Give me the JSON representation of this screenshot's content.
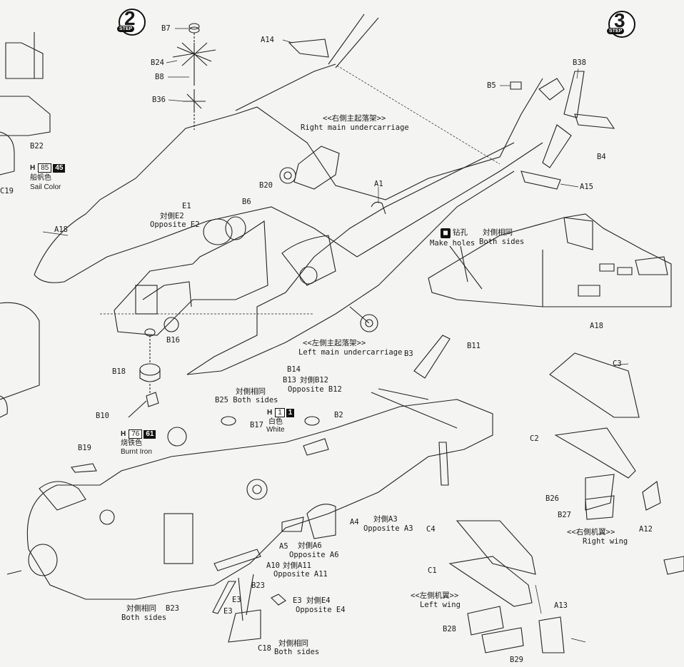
{
  "steps": {
    "step2": {
      "number": "2",
      "tag": "STEP"
    },
    "step3": {
      "number": "3",
      "tag": "STEP"
    }
  },
  "colors": {
    "paper": "#f4f4f2",
    "ink": "#1a1a1a"
  },
  "parts": {
    "B7": "B7",
    "B24": "B24",
    "B8": "B8",
    "B36": "B36",
    "A14": "A14",
    "B22": "B22",
    "B38": "B38",
    "B5": "B5",
    "B4": "B4",
    "A15": "A15",
    "A1": "A1",
    "B20": "B20",
    "B6": "B6",
    "E1": "E1",
    "E2": "E2",
    "A18a": "A18",
    "A18b": "A18",
    "B16": "B16",
    "B18": "B18",
    "B10": "B10",
    "B14": "B14",
    "B13": "B13",
    "B25": "B25",
    "B17": "B17",
    "B2": "B2",
    "B3": "B3",
    "B11": "B11",
    "C3": "C3",
    "C2": "C2",
    "B26": "B26",
    "B27": "B27",
    "A12": "A12",
    "B19": "B19",
    "A4": "A4",
    "A5": "A5",
    "A10": "A10",
    "B23a": "B23",
    "B23b": "B23",
    "E3a": "E3",
    "E3b": "E3",
    "C18": "C18",
    "C4": "C4",
    "C1": "C1",
    "A13": "A13",
    "B28": "B28",
    "B29": "B29",
    "C19": "C19"
  },
  "notes": {
    "right_main_uc_cn": "<<右側主起落架>>",
    "right_main_uc_en": "Right main undercarriage",
    "left_main_uc_cn": "<<左側主起落架>>",
    "left_main_uc_en": "Left main undercarriage",
    "opp_e2_cn": "対側E2",
    "opp_e2_en": "Opposite E2",
    "opp_b12_cn": "対側B12",
    "opp_b12_en": "Opposite B12",
    "both_sides_cn_1": "対側相同",
    "both_sides_en_1": "B25 Both sides",
    "make_holes_cn": "钻孔",
    "make_holes_en": "Make holes",
    "both_sides_cn_2": "対側相同",
    "both_sides_en_2": "Both sides",
    "opp_a3_cn": "対側A3",
    "opp_a3_en": "Opposite A3",
    "opp_a6_cn": "対側A6",
    "opp_a6_en": "Opposite A6",
    "opp_a11_cn": "対側A11",
    "opp_a11_en": "Opposite A11",
    "opp_e4_cn": "E3 対側E4",
    "opp_e4_en": "Opposite E4",
    "both_sides_cn_3": "対側相同",
    "both_sides_en_3": "Both sides",
    "both_sides_cn_4": "対側相同",
    "both_sides_en_4": "Both sides",
    "right_wing_cn": "<<右側机翼>>",
    "right_wing_en": "Right wing",
    "left_wing_cn": "<<左側机翼>>",
    "left_wing_en": "Left wing"
  },
  "paints": {
    "sail": {
      "h": "H",
      "code": "85",
      "num": "45",
      "cn": "船帆色",
      "en": "Sail Color"
    },
    "white": {
      "h": "H",
      "code": "1",
      "num": "1",
      "cn": "白色",
      "en": "White"
    },
    "burnt": {
      "h": "H",
      "code": "76",
      "num": "61",
      "cn": "烧铁色",
      "en": "Burnt Iron"
    }
  }
}
